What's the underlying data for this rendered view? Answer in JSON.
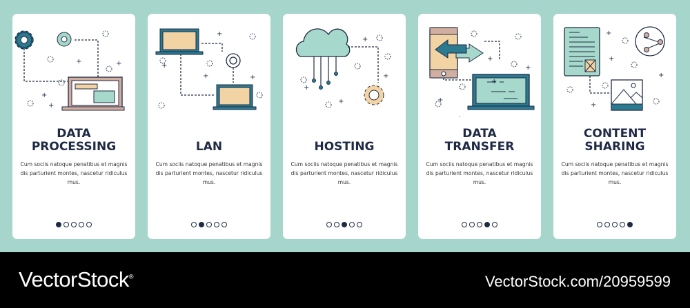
{
  "cards": [
    {
      "title1": "DATA",
      "title2": "PROCESSING",
      "body": "Cum sociis natoque penatibus et magnis dis parturient montes, nascetur ridiculus mus.",
      "active": 0
    },
    {
      "title1": "",
      "title2": "LAN",
      "body": "Cum sociis natoque penatibus et magnis dis parturient montes, nascetur ridiculus mus.",
      "active": 1
    },
    {
      "title1": "",
      "title2": "HOSTING",
      "body": "Cum sociis natoque penatibus et magnis dis parturient montes, nascetur ridiculus mus.",
      "active": 2
    },
    {
      "title1": "DATA",
      "title2": "TRANSFER",
      "body": "Cum sociis natoque penatibus et magnis dis parturient montes, nascetur ridiculus mus.",
      "active": 3
    },
    {
      "title1": "CONTENT",
      "title2": "SHARING",
      "body": "Cum sociis natoque penatibus et magnis dis parturient montes, nascetur ridiculus mus.",
      "active": 4
    }
  ],
  "footer": {
    "brand": "VectorStock",
    "registered": "®",
    "ref": "VectorStock.com/20959599"
  },
  "colors": {
    "bg": "#a5d5cb",
    "dark": "#1f2a44",
    "teal": "#2b7a90",
    "mint": "#a6d8cb",
    "peach": "#f2d3a3",
    "rose": "#d0aea0"
  }
}
